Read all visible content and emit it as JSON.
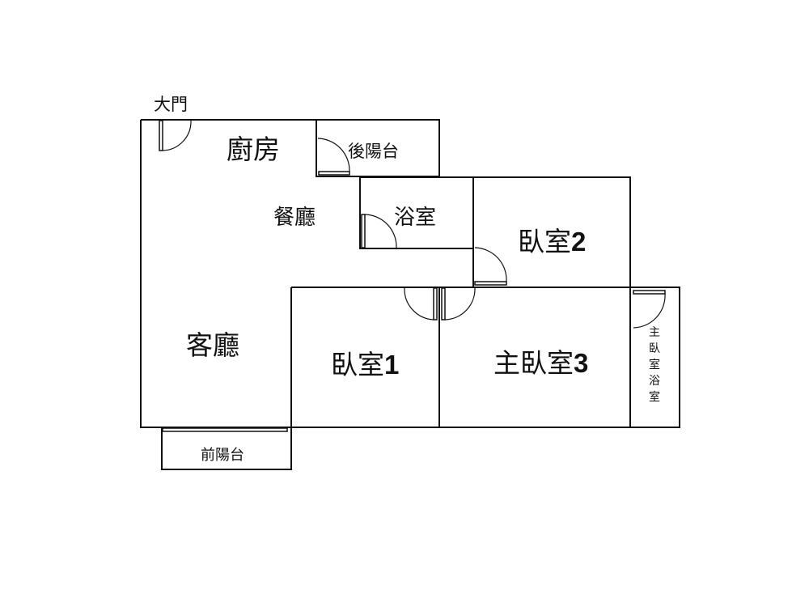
{
  "floor_plan": {
    "entrance": "大門",
    "rooms": {
      "kitchen": "廚房",
      "back_balcony": "後陽台",
      "dining": "餐廳",
      "bathroom": "浴室",
      "bedroom2": {
        "name": "臥室",
        "number": "2"
      },
      "living": "客廳",
      "bedroom1": {
        "name": "臥室",
        "number": "1"
      },
      "master_bedroom": {
        "name": "主臥室",
        "number": "3"
      },
      "master_bath": [
        "主",
        "臥",
        "室",
        "浴",
        "室"
      ],
      "front_balcony": "前陽台"
    }
  }
}
